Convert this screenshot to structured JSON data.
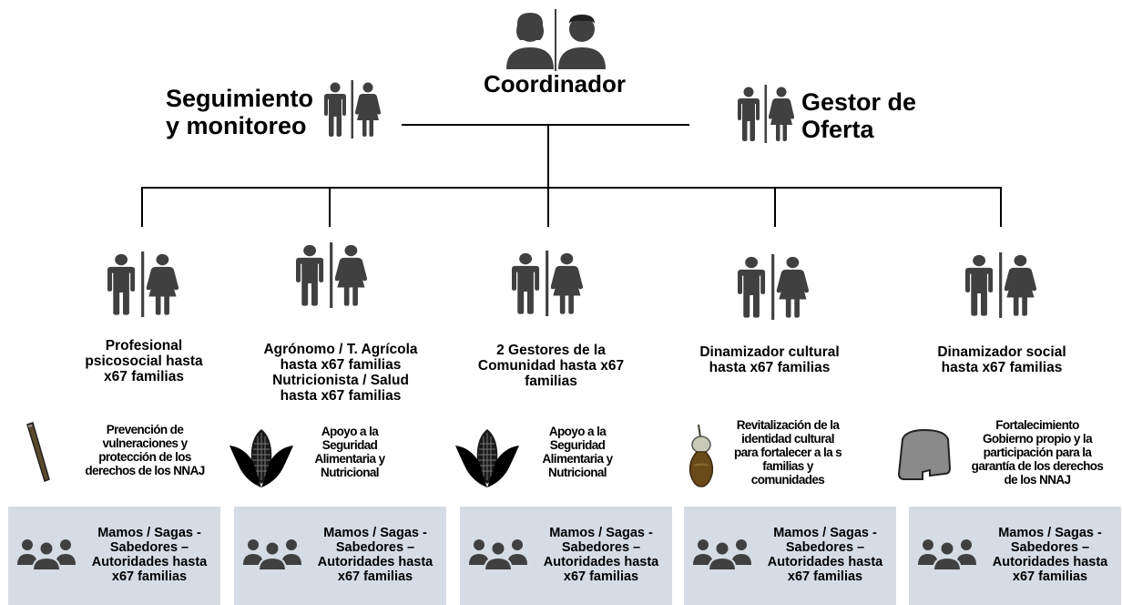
{
  "colors": {
    "line": "#000000",
    "icon": "#404040",
    "box": "#d6dce4"
  },
  "coordinator": {
    "label": "Coordinador",
    "icon": "two-people-icon"
  },
  "left_role": {
    "label_line1": "Seguimiento",
    "label_line2": "y monitoreo",
    "icon": "man-woman-icon"
  },
  "right_role": {
    "label_line1": "Gestor de",
    "label_line2": "Oferta",
    "icon": "man-woman-icon"
  },
  "columns": [
    {
      "role": [
        "Profesional",
        "psicosocial  hasta",
        "x67 familias"
      ],
      "task": [
        "Prevención de",
        "vulneraciones y",
        "protección de los",
        "derechos de los NNAJ"
      ],
      "task_icon": "staff-icon",
      "box": [
        "Mamos / Sagas -",
        "Sabedores –",
        "Autoridades hasta",
        "x67 familias"
      ]
    },
    {
      "role": [
        "Agrónomo  / T. Agrícola",
        "hasta x67 familias",
        "Nutricionista  / Salud",
        "hasta x67 familias"
      ],
      "task": [
        "Apoyo a la",
        "Seguridad",
        "Alimentaria y",
        "Nutricional"
      ],
      "task_icon": "corn-icon",
      "box": [
        "Mamos / Sagas -",
        "Sabedores –",
        "Autoridades hasta",
        "x67 familias"
      ]
    },
    {
      "role": [
        "2 Gestores de la",
        "Comunidad  hasta x67",
        "familias"
      ],
      "task": [
        "Apoyo a la",
        "Seguridad",
        "Alimentaria y",
        "Nutricional"
      ],
      "task_icon": "corn-icon",
      "box": [
        "Mamos / Sagas -",
        "Sabedores –",
        "Autoridades hasta",
        "x67 familias"
      ]
    },
    {
      "role": [
        "Dinamizador cultural",
        "hasta x67 familias"
      ],
      "task": [
        "Revitalización de la",
        "identidad cultural",
        "para fortalecer a la s",
        "familias y",
        "comunidades"
      ],
      "task_icon": "poporo-icon",
      "box": [
        "Mamos / Sagas -",
        "Sabedores –",
        "Autoridades hasta",
        "x67 familias"
      ]
    },
    {
      "role": [
        "Dinamizador social",
        "hasta x67 familias"
      ],
      "task": [
        "Fortalecimiento",
        "Gobierno propio y la",
        "participación para la",
        "garantía de los derechos",
        "de los NNAJ"
      ],
      "task_icon": "hat-icon",
      "box": [
        "Mamos / Sagas -",
        "Sabedores –",
        "Autoridades hasta",
        "x67 familias"
      ]
    }
  ]
}
